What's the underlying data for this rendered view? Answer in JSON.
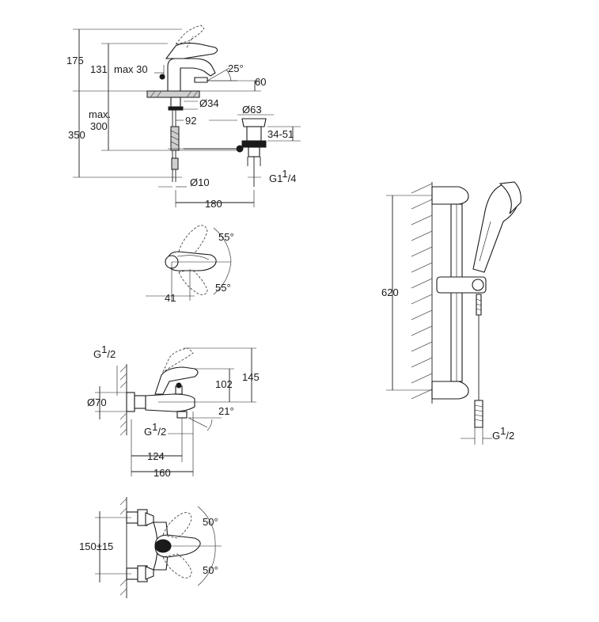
{
  "basin_mixer": {
    "d_175": "175",
    "d_131": "131",
    "d_max30": "max 30",
    "d_25deg": "25°",
    "d_60": "60",
    "d_dia34": "Ø34",
    "d_dia63": "Ø63",
    "d_max": "max.",
    "d_300": "300",
    "d_350": "350",
    "d_92": "92",
    "d_34_51": "34-51",
    "d_dia10": "Ø10",
    "d_g1": "G1",
    "d_g1_sup": "1",
    "d_g1_sub": "/4",
    "d_180": "180"
  },
  "basin_top": {
    "d_55a": "55°",
    "d_55b": "55°",
    "d_41": "41"
  },
  "bath_mixer": {
    "g_half_top": "G",
    "g_half_top_sup": "1",
    "g_half_top_sub": "/2",
    "d_145": "145",
    "d_102": "102",
    "d_dia70": "Ø70",
    "d_21deg": "21°",
    "g_half_bottom": "G",
    "g_half_bottom_sup": "1",
    "g_half_bottom_sub": "/2",
    "d_124": "124",
    "d_160": "160"
  },
  "bath_front": {
    "d_50a": "50°",
    "d_50b": "50°",
    "d_150": "150±15"
  },
  "shower_rail": {
    "d_620": "620",
    "g_half": "G",
    "g_half_sup": "1",
    "g_half_sub": "/2"
  }
}
